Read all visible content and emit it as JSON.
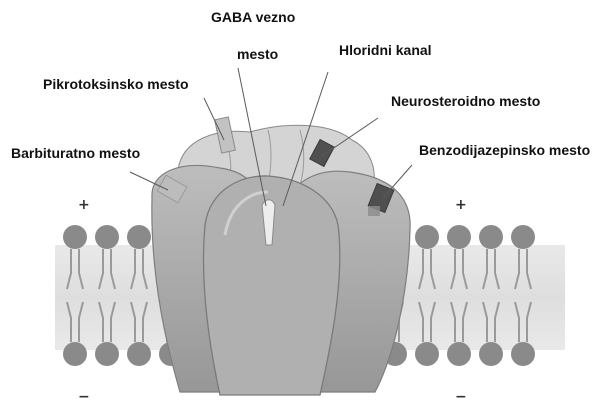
{
  "labels": {
    "gaba_site_line1": "GABA vezno",
    "gaba_site_line2": "mesto",
    "chloride_channel": "Hloridni kanal",
    "picrotoxin_site": "Pikrotoksinsko mesto",
    "neurosteroid_site": "Neurosteroidno mesto",
    "barbiturate_site": "Barbituratno mesto",
    "benzodiazepine_site": "Benzodijazepinsko mesto"
  },
  "membrane_signs": {
    "top_left": "+",
    "top_right": "+",
    "bottom_left": "−",
    "bottom_right": "−"
  },
  "colors": {
    "lipid_head": "#8a8a8a",
    "receptor_fill": "#a9a9a9",
    "receptor_light": "#cfcfcf",
    "site_dark": "#4f4f4f",
    "site_light": "#c2c2c2",
    "leader_line": "#6a6a6a"
  }
}
